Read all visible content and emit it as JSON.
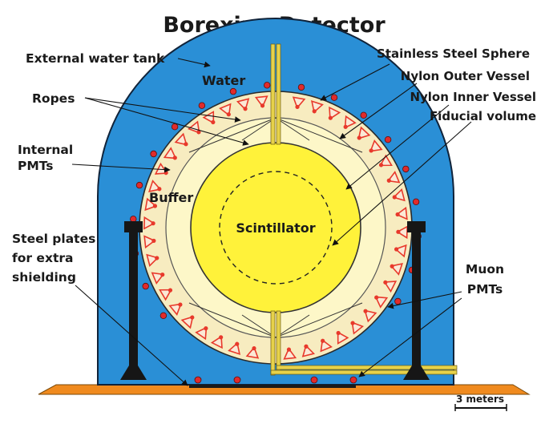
{
  "title": "Borexino Detector",
  "labels": {
    "external_water_tank": "External water tank",
    "water": "Water",
    "ropes": "Ropes",
    "internal_pmts_line1": "Internal",
    "internal_pmts_line2": "PMTs",
    "buffer": "Buffer",
    "steel_plates_line1": "Steel plates",
    "steel_plates_line2": "for extra",
    "steel_plates_line3": "shielding",
    "stainless_steel_sphere": "Stainless Steel Sphere",
    "nylon_outer_vessel": "Nylon Outer Vessel",
    "nylon_inner_vessel": "Nylon Inner Vessel",
    "fiducial_volume": "Fiducial volume",
    "scintillator": "Scintillator",
    "muon_pmts_line1": "Muon",
    "muon_pmts_line2": "PMTs"
  },
  "scale_bar": {
    "label": "3 meters"
  },
  "colors": {
    "water_tank": "#2a8fd6",
    "water_tank_edge": "#10233a",
    "buffer_outer": "#f7ecc0",
    "buffer_inner": "#fbf5cf",
    "outer_vessel": "#fdf7c8",
    "scintillator": "#fff23a",
    "pmt": "#e8392b",
    "muon_pmt": "#e12b2b",
    "floor": "#f08a1e",
    "pipe": "#e7d24a"
  }
}
